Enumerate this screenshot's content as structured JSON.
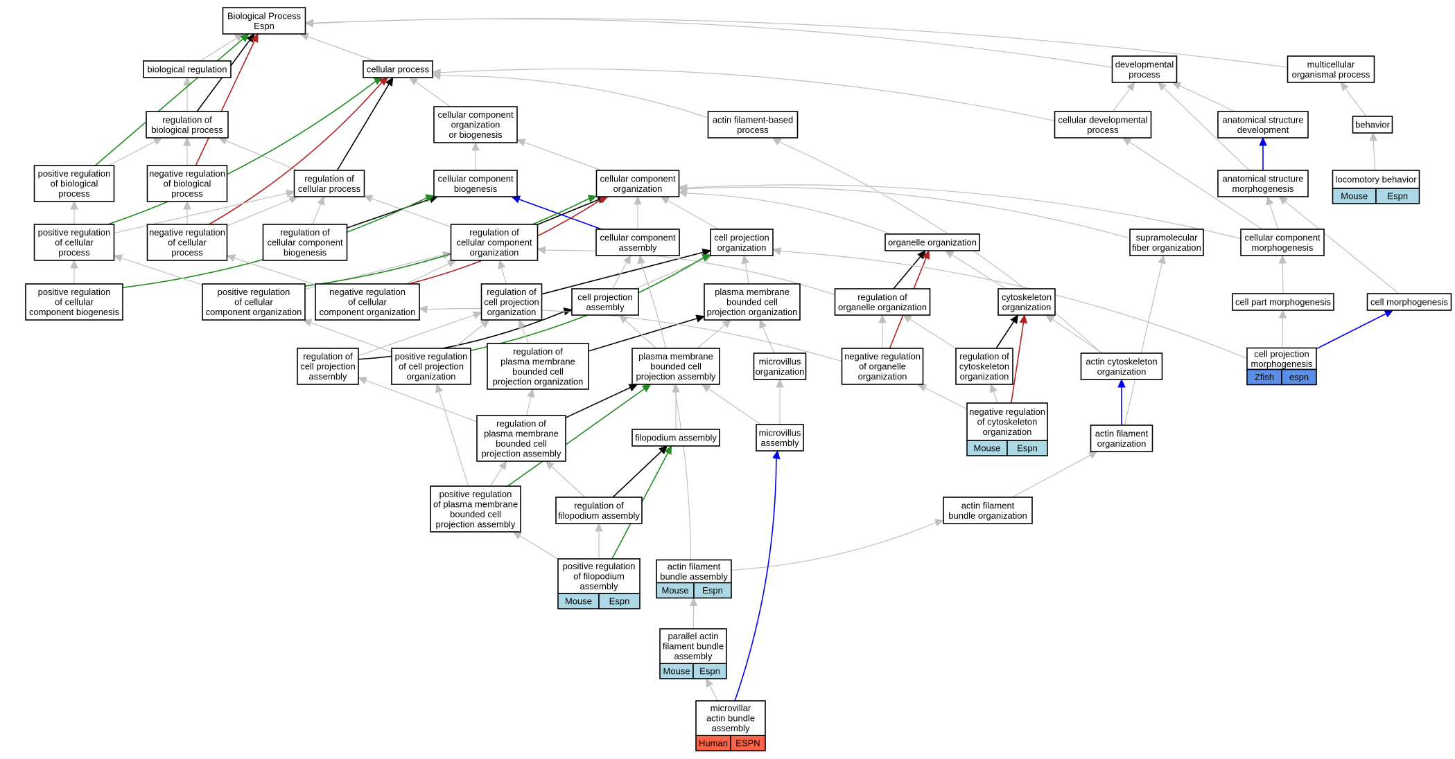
{
  "colors": {
    "edge_gray": "#c0c0c0",
    "edge_black": "#000000",
    "edge_green": "#228b22",
    "edge_red": "#b22222",
    "edge_blue": "#0000ee",
    "mouse_cell": "#add8e6",
    "zfish_cell": "#5b8fe8",
    "human_cell": "#ff6347"
  },
  "nodes": [
    {
      "id": "bp",
      "lines": [
        "Biological Process",
        "Espn"
      ]
    },
    {
      "id": "breg",
      "lines": [
        "biological regulation"
      ]
    },
    {
      "id": "cp",
      "lines": [
        "cellular process"
      ]
    },
    {
      "id": "dev",
      "lines": [
        "developmental",
        "process"
      ]
    },
    {
      "id": "mop",
      "lines": [
        "multicellular",
        "organismal process"
      ]
    },
    {
      "id": "rbp",
      "lines": [
        "regulation of",
        "biological process"
      ]
    },
    {
      "id": "ccob",
      "lines": [
        "cellular component",
        "organization",
        "or biogenesis"
      ]
    },
    {
      "id": "afbp",
      "lines": [
        "actin filament-based",
        "process"
      ]
    },
    {
      "id": "cdp",
      "lines": [
        "cellular developmental",
        "process"
      ]
    },
    {
      "id": "asd",
      "lines": [
        "anatomical structure",
        "development"
      ]
    },
    {
      "id": "beh",
      "lines": [
        "behavior"
      ]
    },
    {
      "id": "prbp",
      "lines": [
        "positive regulation",
        "of biological",
        "process"
      ]
    },
    {
      "id": "nrbp",
      "lines": [
        "negative regulation",
        "of biological",
        "process"
      ]
    },
    {
      "id": "rcp",
      "lines": [
        "regulation of",
        "cellular process"
      ]
    },
    {
      "id": "ccb",
      "lines": [
        "cellular component",
        "biogenesis"
      ]
    },
    {
      "id": "cco",
      "lines": [
        "cellular component",
        "organization"
      ]
    },
    {
      "id": "asm",
      "lines": [
        "anatomical structure",
        "morphogenesis"
      ]
    },
    {
      "id": "lb",
      "lines": [
        "locomotory behavior"
      ],
      "cells": [
        "Mouse",
        "Espn"
      ],
      "cell_color": "mouse_cell"
    },
    {
      "id": "prcp",
      "lines": [
        "positive regulation",
        "of cellular",
        "process"
      ]
    },
    {
      "id": "nrcp",
      "lines": [
        "negative regulation",
        "of cellular",
        "process"
      ]
    },
    {
      "id": "rccb",
      "lines": [
        "regulation of",
        "cellular component",
        "biogenesis"
      ]
    },
    {
      "id": "rcco",
      "lines": [
        "regulation of",
        "cellular component",
        "organization"
      ]
    },
    {
      "id": "cca",
      "lines": [
        "cellular component",
        "assembly"
      ]
    },
    {
      "id": "cpo",
      "lines": [
        "cell projection",
        "organization"
      ]
    },
    {
      "id": "oo",
      "lines": [
        "organelle organization"
      ]
    },
    {
      "id": "sfo",
      "lines": [
        "supramolecular",
        "fiber organization"
      ]
    },
    {
      "id": "ccm",
      "lines": [
        "cellular component",
        "morphogenesis"
      ]
    },
    {
      "id": "prccb",
      "lines": [
        "positive regulation",
        "of cellular",
        "component biogenesis"
      ]
    },
    {
      "id": "prcco",
      "lines": [
        "positive regulation",
        "of cellular",
        "component organization"
      ]
    },
    {
      "id": "nrcco",
      "lines": [
        "negative regulation",
        "of cellular",
        "component organization"
      ]
    },
    {
      "id": "rcpo",
      "lines": [
        "regulation of",
        "cell projection",
        "organization"
      ]
    },
    {
      "id": "cpa",
      "lines": [
        "cell projection",
        "assembly"
      ]
    },
    {
      "id": "pmbcpo",
      "lines": [
        "plasma membrane",
        "bounded cell",
        "projection organization"
      ]
    },
    {
      "id": "roo",
      "lines": [
        "regulation of",
        "organelle organization"
      ]
    },
    {
      "id": "cso",
      "lines": [
        "cytoskeleton",
        "organization"
      ]
    },
    {
      "id": "cpm",
      "lines": [
        "cell part morphogenesis"
      ]
    },
    {
      "id": "cm",
      "lines": [
        "cell morphogenesis"
      ]
    },
    {
      "id": "rcpa",
      "lines": [
        "regulation of",
        "cell projection",
        "assembly"
      ]
    },
    {
      "id": "prcpo",
      "lines": [
        "positive regulation",
        "of cell projection",
        "organization"
      ]
    },
    {
      "id": "rpmbcpo",
      "lines": [
        "regulation of",
        "plasma membrane",
        "bounded cell",
        "projection organization"
      ]
    },
    {
      "id": "pmbcpa",
      "lines": [
        "plasma membrane",
        "bounded cell",
        "projection assembly"
      ]
    },
    {
      "id": "mvo",
      "lines": [
        "microvillus",
        "organization"
      ]
    },
    {
      "id": "nroo",
      "lines": [
        "negative regulation",
        "of organelle",
        "organization"
      ]
    },
    {
      "id": "rcso",
      "lines": [
        "regulation of",
        "cytoskeleton",
        "organization"
      ]
    },
    {
      "id": "acso",
      "lines": [
        "actin cytoskeleton",
        "organization"
      ]
    },
    {
      "id": "cpmo",
      "lines": [
        "cell projection",
        "morphogenesis"
      ],
      "cells": [
        "Zfish",
        "espn"
      ],
      "cell_color": "zfish_cell"
    },
    {
      "id": "rpmbcpa",
      "lines": [
        "regulation of",
        "plasma membrane",
        "bounded cell",
        "projection assembly"
      ]
    },
    {
      "id": "fa",
      "lines": [
        "filopodium assembly"
      ]
    },
    {
      "id": "mva",
      "lines": [
        "microvillus",
        "assembly"
      ]
    },
    {
      "id": "nrcso",
      "lines": [
        "negative regulation",
        "of cytoskeleton",
        "organization"
      ],
      "cells": [
        "Mouse",
        "Espn"
      ],
      "cell_color": "mouse_cell"
    },
    {
      "id": "afo",
      "lines": [
        "actin filament",
        "organization"
      ]
    },
    {
      "id": "prpmbcpa",
      "lines": [
        "positive regulation",
        "of plasma membrane",
        "bounded cell",
        "projection assembly"
      ]
    },
    {
      "id": "rfa",
      "lines": [
        "regulation of",
        "filopodium assembly"
      ]
    },
    {
      "id": "afbo",
      "lines": [
        "actin filament",
        "bundle organization"
      ]
    },
    {
      "id": "prfa",
      "lines": [
        "positive regulation",
        "of filopodium",
        "assembly"
      ],
      "cells": [
        "Mouse",
        "Espn"
      ],
      "cell_color": "mouse_cell"
    },
    {
      "id": "afba",
      "lines": [
        "actin filament",
        "bundle assembly"
      ],
      "cells": [
        "Mouse",
        "Espn"
      ],
      "cell_color": "mouse_cell"
    },
    {
      "id": "pafba",
      "lines": [
        "parallel actin",
        "filament bundle",
        "assembly"
      ],
      "cells": [
        "Mouse",
        "Espn"
      ],
      "cell_color": "mouse_cell"
    },
    {
      "id": "mabа",
      "lines": [
        "microvillar",
        "actin bundle",
        "assembly"
      ],
      "cells": [
        "Human",
        "ESPN"
      ],
      "cell_color": "human_cell"
    }
  ],
  "edges": [
    {
      "from": "breg",
      "to": "bp",
      "color": "edge_gray"
    },
    {
      "from": "cp",
      "to": "bp",
      "color": "edge_gray"
    },
    {
      "from": "dev",
      "to": "bp",
      "color": "edge_gray"
    },
    {
      "from": "mop",
      "to": "bp",
      "color": "edge_gray"
    },
    {
      "from": "rbp",
      "to": "breg",
      "color": "edge_gray"
    },
    {
      "from": "rbp",
      "to": "bp",
      "color": "edge_black"
    },
    {
      "from": "prbp",
      "to": "bp",
      "color": "edge_green"
    },
    {
      "from": "nrbp",
      "to": "bp",
      "color": "edge_red"
    },
    {
      "from": "prbp",
      "to": "rbp",
      "color": "edge_gray"
    },
    {
      "from": "nrbp",
      "to": "rbp",
      "color": "edge_gray"
    },
    {
      "from": "rcp",
      "to": "rbp",
      "color": "edge_gray"
    },
    {
      "from": "rcp",
      "to": "cp",
      "color": "edge_black"
    },
    {
      "from": "prcp",
      "to": "cp",
      "color": "edge_green"
    },
    {
      "from": "nrcp",
      "to": "cp",
      "color": "edge_red"
    },
    {
      "from": "ccob",
      "to": "cp",
      "color": "edge_gray"
    },
    {
      "from": "afbp",
      "to": "cp",
      "color": "edge_gray"
    },
    {
      "from": "cdp",
      "to": "cp",
      "color": "edge_gray"
    },
    {
      "from": "cdp",
      "to": "dev",
      "color": "edge_gray"
    },
    {
      "from": "asd",
      "to": "dev",
      "color": "edge_gray"
    },
    {
      "from": "asm",
      "to": "dev",
      "color": "edge_gray"
    },
    {
      "from": "asm",
      "to": "asd",
      "color": "edge_blue"
    },
    {
      "from": "beh",
      "to": "mop",
      "color": "edge_gray"
    },
    {
      "from": "lb",
      "to": "beh",
      "color": "edge_gray"
    },
    {
      "from": "ccb",
      "to": "ccob",
      "color": "edge_gray"
    },
    {
      "from": "cco",
      "to": "ccob",
      "color": "edge_gray"
    },
    {
      "from": "prcp",
      "to": "prbp",
      "color": "edge_gray"
    },
    {
      "from": "prcp",
      "to": "rcp",
      "color": "edge_gray"
    },
    {
      "from": "nrcp",
      "to": "nrbp",
      "color": "edge_gray"
    },
    {
      "from": "nrcp",
      "to": "rcp",
      "color": "edge_gray"
    },
    {
      "from": "rccb",
      "to": "rcp",
      "color": "edge_gray"
    },
    {
      "from": "rcco",
      "to": "rcp",
      "color": "edge_gray"
    },
    {
      "from": "rccb",
      "to": "ccb",
      "color": "edge_black"
    },
    {
      "from": "rcco",
      "to": "cco",
      "color": "edge_black"
    },
    {
      "from": "cca",
      "to": "ccb",
      "color": "edge_blue"
    },
    {
      "from": "cca",
      "to": "cco",
      "color": "edge_gray"
    },
    {
      "from": "cpo",
      "to": "cco",
      "color": "edge_gray"
    },
    {
      "from": "oo",
      "to": "cco",
      "color": "edge_gray"
    },
    {
      "from": "sfo",
      "to": "cco",
      "color": "edge_gray"
    },
    {
      "from": "ccm",
      "to": "cco",
      "color": "edge_gray"
    },
    {
      "from": "ccm",
      "to": "asm",
      "color": "edge_gray"
    },
    {
      "from": "ccm",
      "to": "cdp",
      "color": "edge_gray"
    },
    {
      "from": "prccb",
      "to": "prcp",
      "color": "edge_gray"
    },
    {
      "from": "prccb",
      "to": "ccb",
      "color": "edge_green"
    },
    {
      "from": "prcco",
      "to": "prcp",
      "color": "edge_gray"
    },
    {
      "from": "prcco",
      "to": "rcco",
      "color": "edge_gray"
    },
    {
      "from": "prcco",
      "to": "cco",
      "color": "edge_green"
    },
    {
      "from": "nrcco",
      "to": "nrcp",
      "color": "edge_gray"
    },
    {
      "from": "nrcco",
      "to": "rcco",
      "color": "edge_gray"
    },
    {
      "from": "nrcco",
      "to": "cco",
      "color": "edge_red"
    },
    {
      "from": "rcpo",
      "to": "rcco",
      "color": "edge_gray"
    },
    {
      "from": "rcpo",
      "to": "cpo",
      "color": "edge_black"
    },
    {
      "from": "cpa",
      "to": "cca",
      "color": "edge_gray"
    },
    {
      "from": "cpa",
      "to": "cpo",
      "color": "edge_gray"
    },
    {
      "from": "pmbcpo",
      "to": "cpo",
      "color": "edge_gray"
    },
    {
      "from": "roo",
      "to": "oo",
      "color": "edge_black"
    },
    {
      "from": "roo",
      "to": "rcco",
      "color": "edge_gray"
    },
    {
      "from": "cso",
      "to": "oo",
      "color": "edge_gray"
    },
    {
      "from": "cpm",
      "to": "ccm",
      "color": "edge_gray"
    },
    {
      "from": "cm",
      "to": "asm",
      "color": "edge_gray"
    },
    {
      "from": "rcpa",
      "to": "rcpo",
      "color": "edge_gray"
    },
    {
      "from": "rcpa",
      "to": "cpa",
      "color": "edge_black"
    },
    {
      "from": "prcpo",
      "to": "rcpo",
      "color": "edge_gray"
    },
    {
      "from": "prcpo",
      "to": "prcco",
      "color": "edge_gray"
    },
    {
      "from": "prcpo",
      "to": "cpo",
      "color": "edge_green"
    },
    {
      "from": "rpmbcpo",
      "to": "rcpo",
      "color": "edge_gray"
    },
    {
      "from": "rpmbcpo",
      "to": "pmbcpo",
      "color": "edge_black"
    },
    {
      "from": "pmbcpa",
      "to": "cpa",
      "color": "edge_gray"
    },
    {
      "from": "pmbcpa",
      "to": "pmbcpo",
      "color": "edge_gray"
    },
    {
      "from": "mvo",
      "to": "pmbcpo",
      "color": "edge_gray"
    },
    {
      "from": "nroo",
      "to": "roo",
      "color": "edge_gray"
    },
    {
      "from": "nroo",
      "to": "nrcco",
      "color": "edge_gray"
    },
    {
      "from": "nroo",
      "to": "oo",
      "color": "edge_red"
    },
    {
      "from": "rcso",
      "to": "roo",
      "color": "edge_gray"
    },
    {
      "from": "rcso",
      "to": "cso",
      "color": "edge_black"
    },
    {
      "from": "acso",
      "to": "cso",
      "color": "edge_gray"
    },
    {
      "from": "cpmo",
      "to": "cpm",
      "color": "edge_gray"
    },
    {
      "from": "cpmo",
      "to": "cm",
      "color": "edge_blue"
    },
    {
      "from": "cpmo",
      "to": "cpo",
      "color": "edge_gray"
    },
    {
      "from": "rpmbcpa",
      "to": "rpmbcpo",
      "color": "edge_gray"
    },
    {
      "from": "rpmbcpa",
      "to": "rcpa",
      "color": "edge_gray"
    },
    {
      "from": "rpmbcpa",
      "to": "pmbcpa",
      "color": "edge_black"
    },
    {
      "from": "fa",
      "to": "pmbcpa",
      "color": "edge_gray"
    },
    {
      "from": "mva",
      "to": "pmbcpa",
      "color": "edge_gray"
    },
    {
      "from": "mva",
      "to": "mvo",
      "color": "edge_gray"
    },
    {
      "from": "nrcso",
      "to": "rcso",
      "color": "edge_gray"
    },
    {
      "from": "nrcso",
      "to": "nroo",
      "color": "edge_gray"
    },
    {
      "from": "nrcso",
      "to": "cso",
      "color": "edge_red"
    },
    {
      "from": "afo",
      "to": "acso",
      "color": "edge_blue"
    },
    {
      "from": "afo",
      "to": "sfo",
      "color": "edge_gray"
    },
    {
      "from": "acso",
      "to": "afbp",
      "color": "edge_gray"
    },
    {
      "from": "prpmbcpa",
      "to": "rpmbcpa",
      "color": "edge_gray"
    },
    {
      "from": "prpmbcpa",
      "to": "prcpo",
      "color": "edge_gray"
    },
    {
      "from": "prpmbcpa",
      "to": "pmbcpa",
      "color": "edge_green"
    },
    {
      "from": "rfa",
      "to": "rpmbcpa",
      "color": "edge_gray"
    },
    {
      "from": "rfa",
      "to": "fa",
      "color": "edge_black"
    },
    {
      "from": "afbo",
      "to": "afo",
      "color": "edge_gray"
    },
    {
      "from": "prfa",
      "to": "rfa",
      "color": "edge_gray"
    },
    {
      "from": "prfa",
      "to": "prpmbcpa",
      "color": "edge_gray"
    },
    {
      "from": "prfa",
      "to": "fa",
      "color": "edge_green"
    },
    {
      "from": "afba",
      "to": "afbo",
      "color": "edge_gray"
    },
    {
      "from": "afba",
      "to": "cca",
      "color": "edge_gray"
    },
    {
      "from": "pafba",
      "to": "afba",
      "color": "edge_gray"
    },
    {
      "from": "mabа",
      "to": "pafba",
      "color": "edge_gray"
    },
    {
      "from": "mabа",
      "to": "mva",
      "color": "edge_blue"
    }
  ]
}
